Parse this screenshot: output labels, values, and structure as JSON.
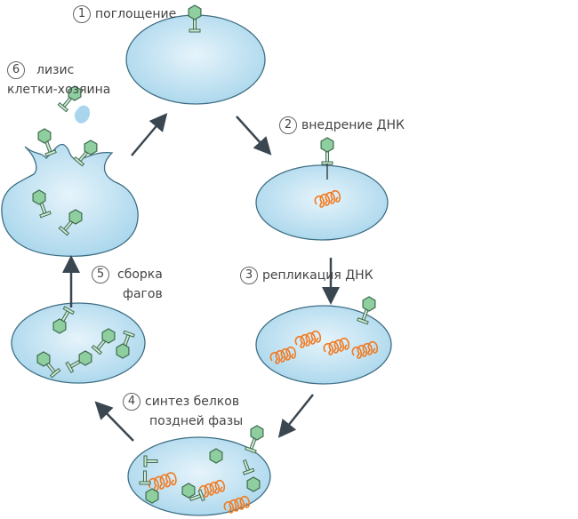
{
  "title": "Литический цикл бактериофага",
  "steps": [
    {
      "number": "1",
      "label": "поглощение"
    },
    {
      "number": "2",
      "label": "внедрение ДНК"
    },
    {
      "number": "3",
      "label": "репликация ДНК"
    },
    {
      "number": "4",
      "label_line1": "синтез белков",
      "label_line2": "поздней фазы"
    },
    {
      "number": "5",
      "label_line1": "сборка",
      "label_line2": "фагов"
    },
    {
      "number": "6",
      "label_line1": "лизис",
      "label_line2": "клетки-хозяина"
    }
  ],
  "colors": {
    "cell_fill": "#bfe1f0",
    "cell_stroke": "#3f6f84",
    "phage_head": "#8fcf9f",
    "phage_stroke": "#3e6b4e",
    "dna": "#f07a22",
    "arrow": "#3a4750"
  }
}
